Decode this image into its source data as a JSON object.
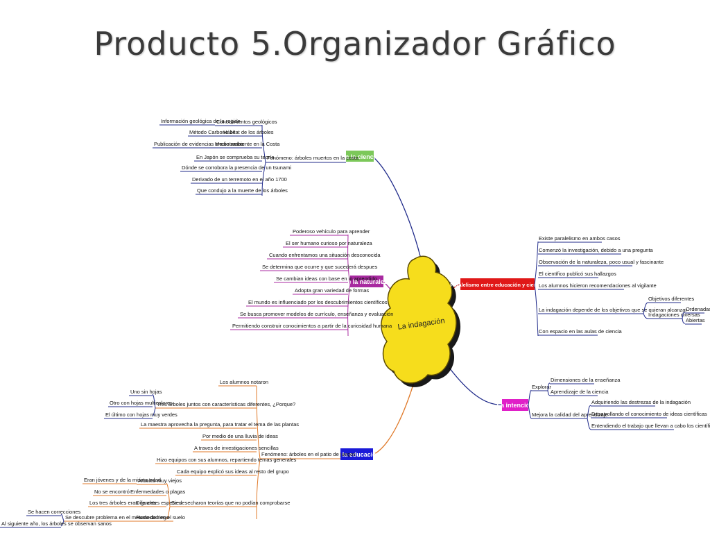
{
  "slide": {
    "title": "Producto 5.Organizador Gráfico"
  },
  "center": {
    "label": "La indagación"
  },
  "branches": {
    "ciencia": {
      "tag": "En la ciencia",
      "color": "#7cc85a",
      "subtopic": "Fenómeno: árboles muertos en la costa",
      "items": [
        "Conocimientos geológicos",
        "Hábitat de los árboles",
        "Medio ambiente en la Costa",
        "En Japón se comprueba su teoría",
        "Dónde se corrobora la presencia de un tsunami",
        "Derivado de un terremoto en el año 1700",
        "Que condujo a la muerte de los árboles"
      ],
      "details": [
        "Información geológica de la región",
        "Método Carbono 14",
        "Publicación de evidencias encontradas"
      ]
    },
    "naturaleza": {
      "tag": "En la naturaleza",
      "color": "#a82aa0",
      "items": [
        "Poderoso vehículo para aprender",
        "El ser humano curioso por naturaleza",
        "Cuando enfrentamos una situación desconocida",
        "Se determina que ocurre y que sucederá despues",
        "Se cambian ideas con base en lo aprendido",
        "Adopta gran variedad de formas",
        "El mundo es influenciado por los descubrimientos científicos",
        "Se busca promover modelos de currículo, enseñanza y evaluación",
        "Permitiendo construir conocimientos a partir de la curiosidad humana"
      ]
    },
    "paralelismo": {
      "tag": "Paralelismo entre educación y ciencia",
      "color": "#e01818",
      "items": [
        "Existe paralelismo en ambos casos",
        "Comenzó la investigación, debido a una pregunta",
        "Observación de la naturaleza, poco usual y fascinante",
        "El científico publicó sus hallazgos",
        "Los alumnos hicieron recomendaciones al vigilante",
        "La indagación depende de los objetivos que se quieran alcanzar",
        "Con espacio en las aulas de ciencia"
      ],
      "objetivos": [
        "Objetivos diferentes",
        "Indagaciones diversas"
      ],
      "tipos": [
        "Ordenadas",
        "Abiertas"
      ]
    },
    "intencion": {
      "tag": "La intención",
      "color": "#e020c8",
      "explorar": "Explorar",
      "explorar_items": [
        "Dimensiones de la enseñanza",
        "Aprendizaje de la ciencia"
      ],
      "mejora": "Mejora la calidad del aprendizaje",
      "mejora_items": [
        "Adquiriendo las destrezas de la indagación",
        "Desarrollando el conocimiento de ideas científicas",
        "Entendiendo el trabajo que llevan a cabo los científicos."
      ]
    },
    "educacion": {
      "tag": "En la educación",
      "color": "#1a1ad8",
      "subtopic": "Fenómeno: árboles en el patio de juegos",
      "items": [
        "Los alumnos notaron",
        "Tres árboles juntos con características diferentes, ¿Porque?",
        "La maestra aprovecha la pregunta, para tratar el tema de las plantas",
        "Por medio de una lluvia de ideas",
        "A traves de investigaciones sencillas",
        "Hizo equipos con sus alumnos, repartiendo temas generales",
        "Cada equipo explicó sus ideas al resto del grupo",
        "Se desecharon teorías que no podían comprobarse",
        "Se descubre problema en el método de riego"
      ],
      "arboles": [
        "Uno sin hojas",
        "Otro con hojas multicolores",
        "El último con hojas muy verdes"
      ],
      "teorias": [
        "Árboles muy viejos",
        "Enfermedades o plagas",
        "Diferentes especies",
        "Humedad en el suelo"
      ],
      "teorias_det": [
        "Eran jóvenes y de la misma edad",
        "No se encontró",
        "Los tres árboles eran iguales"
      ],
      "riego": [
        "Se hacen correcciones",
        "Al siguiente año, los árboles se observan sanos"
      ]
    }
  }
}
